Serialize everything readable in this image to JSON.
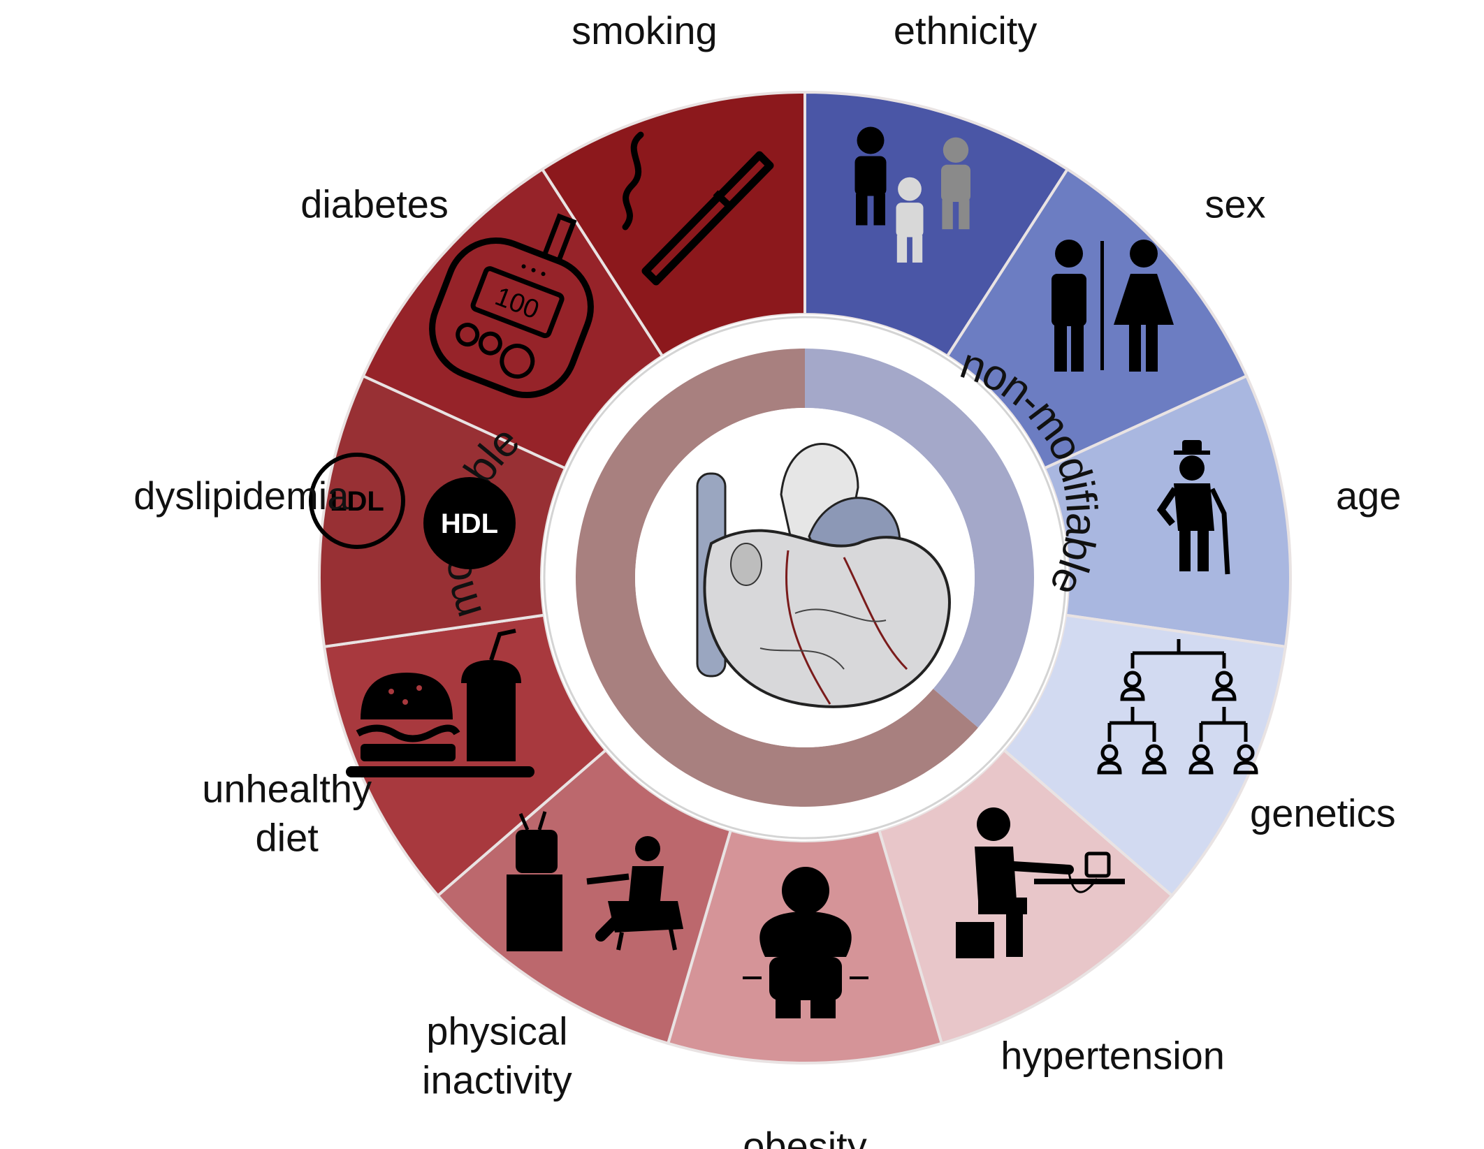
{
  "diagram": {
    "center_icon": "heart-icon",
    "groups": {
      "modifiable": {
        "label": "modifiable",
        "color": "#A8807F"
      },
      "non_modifiable": {
        "label": "non-modifiable",
        "color": "#A4A8C9"
      }
    },
    "segments": [
      {
        "id": "ethnicity",
        "label": [
          "ethnicity"
        ],
        "group": "non_modifiable",
        "color": "#4A56A6",
        "icon": "people-group-icon"
      },
      {
        "id": "sex",
        "label": [
          "sex"
        ],
        "group": "non_modifiable",
        "color": "#6C7DC2",
        "icon": "male-female-icon"
      },
      {
        "id": "age",
        "label": [
          "age"
        ],
        "group": "non_modifiable",
        "color": "#A9B7E0",
        "icon": "elderly-person-icon"
      },
      {
        "id": "genetics",
        "label": [
          "genetics"
        ],
        "group": "non_modifiable",
        "color": "#D2DAF1",
        "icon": "family-tree-icon"
      },
      {
        "id": "hypertension",
        "label": [
          "hypertension"
        ],
        "group": "modifiable",
        "color": "#E8C6C9",
        "icon": "blood-pressure-icon"
      },
      {
        "id": "obesity",
        "label": [
          "obesity"
        ],
        "group": "modifiable",
        "color": "#D59498",
        "icon": "obese-person-icon"
      },
      {
        "id": "physical_inactivity",
        "label": [
          "physical",
          "inactivity"
        ],
        "group": "modifiable",
        "color": "#BC686D",
        "icon": "tv-armchair-icon"
      },
      {
        "id": "unhealthy_diet",
        "label": [
          "unhealthy",
          "diet"
        ],
        "group": "modifiable",
        "color": "#A8393E",
        "icon": "burger-drink-icon"
      },
      {
        "id": "dyslipidemia",
        "label": [
          "dyslipidemia"
        ],
        "group": "modifiable",
        "color": "#983034",
        "icon": "ldl-hdl-icon",
        "badges": [
          "LDL",
          "HDL"
        ]
      },
      {
        "id": "diabetes",
        "label": [
          "diabetes"
        ],
        "group": "modifiable",
        "color": "#962329",
        "icon": "glucose-meter-icon",
        "meter_reading": "100"
      },
      {
        "id": "smoking",
        "label": [
          "smoking"
        ],
        "group": "modifiable",
        "color": "#8C181C",
        "icon": "cigarette-icon"
      }
    ]
  }
}
